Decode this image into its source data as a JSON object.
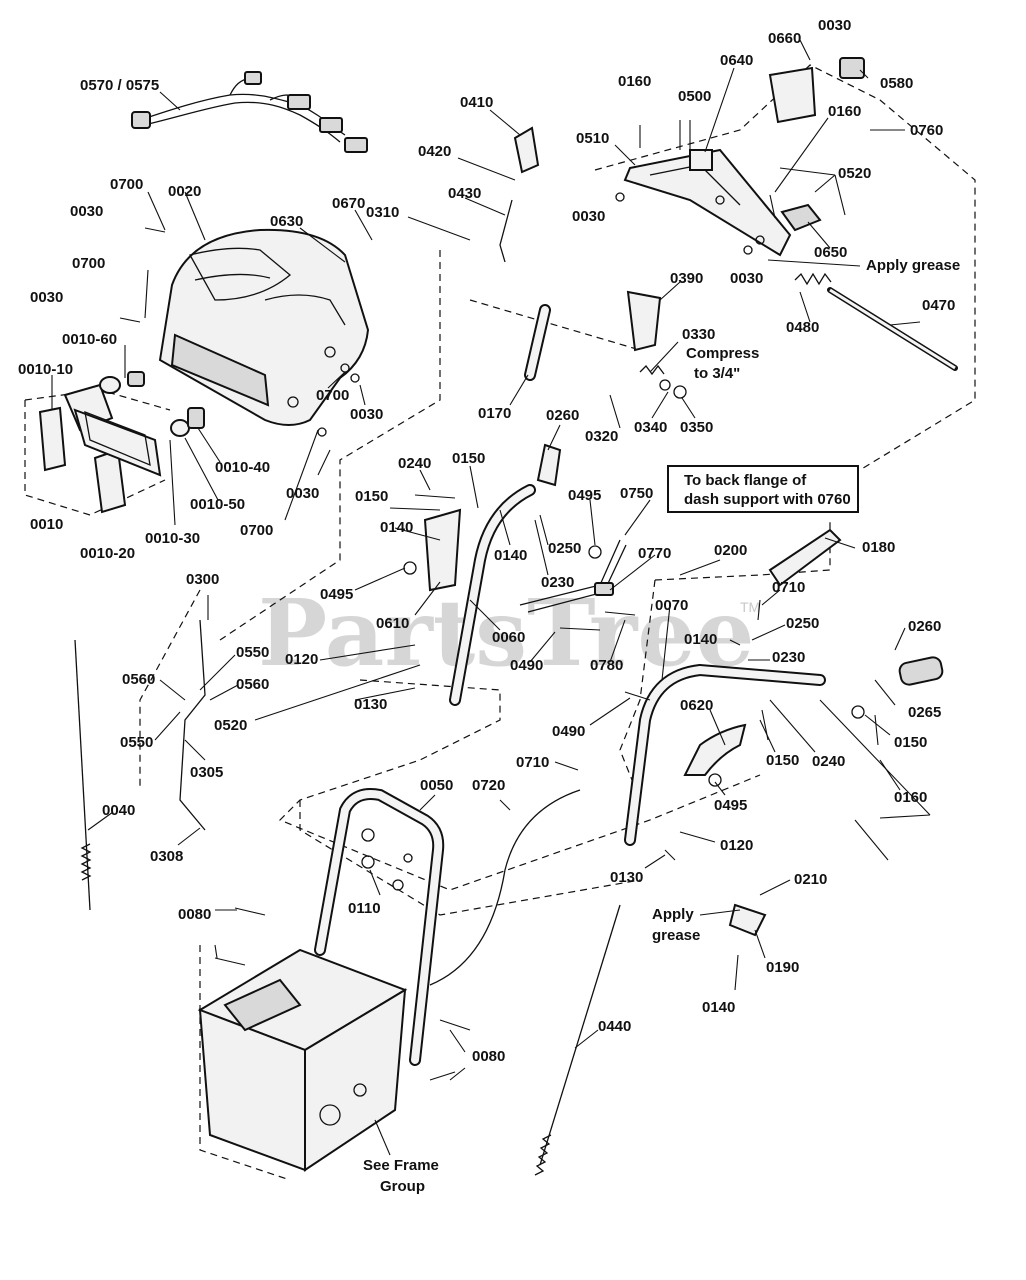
{
  "watermark": {
    "text": "PartsTree",
    "tm": "TM"
  },
  "note_box": {
    "line1": "To back flange of",
    "line2": "dash support with 0760"
  },
  "annotations": {
    "apply_grease_top": "Apply grease",
    "compress_1": "Compress",
    "compress_2": "to 3/4\"",
    "apply_grease_bottom_1": "Apply",
    "apply_grease_bottom_2": "grease",
    "see_frame_1": "See Frame",
    "see_frame_2": "Group"
  },
  "callouts": [
    "0570 / 0575",
    "0410",
    "0420",
    "0430",
    "0310",
    "0160",
    "0500",
    "0640",
    "0660",
    "0030",
    "0580",
    "0510",
    "0160",
    "0760",
    "0520",
    "0030",
    "0650",
    "0030",
    "0700",
    "0020",
    "0030",
    "0670",
    "0630",
    "0390",
    "0480",
    "0470",
    "0700",
    "0030",
    "0010-60",
    "0330",
    "0700",
    "0030",
    "0010-10",
    "0170",
    "0260",
    "0340",
    "0350",
    "0320",
    "0010-40",
    "0010-50",
    "0030",
    "0010",
    "0010-30",
    "0700",
    "0010-20",
    "0240",
    "0150",
    "0150",
    "0495",
    "0750",
    "0140",
    "0250",
    "0140",
    "0230",
    "0770",
    "0200",
    "0180",
    "0300",
    "0495",
    "0610",
    "0060",
    "0710",
    "0070",
    "0250",
    "0140",
    "0230",
    "0260",
    "0120",
    "0490",
    "0780",
    "0550",
    "0560",
    "0560",
    "0130",
    "0550",
    "0520",
    "0265",
    "0490",
    "0620",
    "0150",
    "0305",
    "0150",
    "0240",
    "0160",
    "0495",
    "0710",
    "0720",
    "0040",
    "0050",
    "0120",
    "0308",
    "0130",
    "0210",
    "0110",
    "0080",
    "0190",
    "0140",
    "0080",
    "0440",
    "0080"
  ]
}
